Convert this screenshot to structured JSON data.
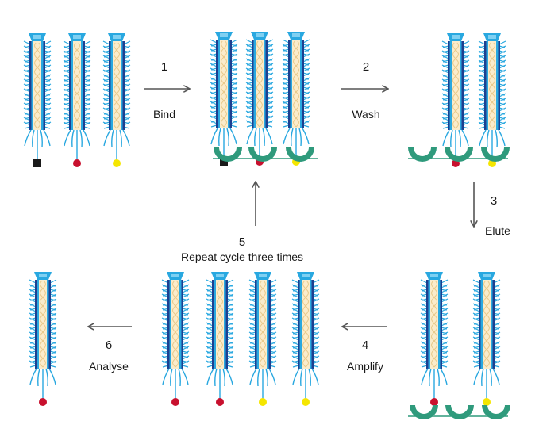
{
  "steps": [
    {
      "number": "1",
      "label": "Bind"
    },
    {
      "number": "2",
      "label": "Wash"
    },
    {
      "number": "3",
      "label": "Elute"
    },
    {
      "number": "4",
      "label": "Amplify"
    },
    {
      "number": "5",
      "label": "Repeat cycle three times"
    },
    {
      "number": "6",
      "label": "Analyse"
    }
  ],
  "colors": {
    "phage_tip": "#29a8e0",
    "phage_outer": "#1d3f8f",
    "phage_spines": "#29a8e0",
    "phage_core": "#fbeccb",
    "phage_dna": "#e8c98a",
    "target_surface": "#2f9a7c",
    "ligand_black": "#1a1a1a",
    "ligand_red": "#c8102e",
    "ligand_yellow": "#f5e600",
    "arrow": "#555555"
  },
  "icons": {
    "phage": "phage-icon",
    "target": "target-receptor-icon",
    "arrow": "arrow-icon"
  }
}
